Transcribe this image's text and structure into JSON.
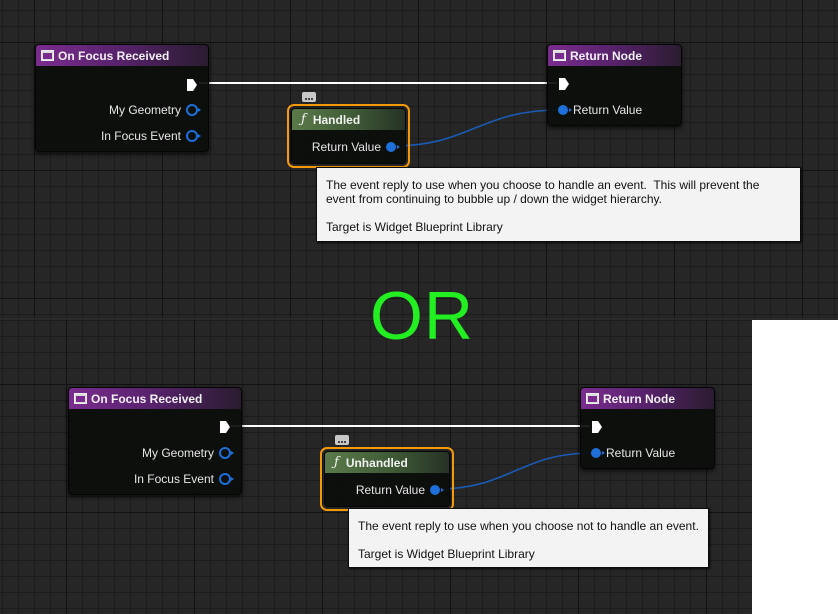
{
  "separator": {
    "text": "OR",
    "color": "#22ee22"
  },
  "colors": {
    "event_header": "#7a2c8e",
    "function_header": "#5a7a4a",
    "selection_outline": "#f39a0a",
    "struct_pin": "#1e6fd9",
    "exec_wire": "#ffffff",
    "struct_wire": "#1a5bb5"
  },
  "top": {
    "event_node": {
      "title": "On Focus Received",
      "icon": "event-node-icon",
      "pins": [
        "My Geometry",
        "In Focus Event"
      ]
    },
    "function_node": {
      "title": "Handled",
      "icon": "function-f-icon",
      "pin": "Return Value",
      "selected": true
    },
    "return_node": {
      "title": "Return Node",
      "icon": "event-node-icon",
      "pin": "Return Value"
    },
    "tooltip": {
      "line1": "The event reply to use when you choose to handle an event.  This will prevent the event from continuing to bubble up / down the widget hierarchy.",
      "line2": "Target is Widget Blueprint Library"
    }
  },
  "bottom": {
    "event_node": {
      "title": "On Focus Received",
      "icon": "event-node-icon",
      "pins": [
        "My Geometry",
        "In Focus Event"
      ]
    },
    "function_node": {
      "title": "Unhandled",
      "icon": "function-f-icon",
      "pin": "Return Value",
      "selected": true
    },
    "return_node": {
      "title": "Return Node",
      "icon": "event-node-icon",
      "pin": "Return Value"
    },
    "tooltip": {
      "line1": "The event reply to use when you choose not to handle an event.",
      "line2": "Target is Widget Blueprint Library"
    }
  }
}
